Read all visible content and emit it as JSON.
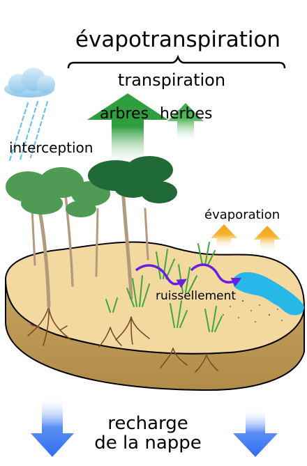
{
  "labels": {
    "evapotranspiration": "évapotranspiration",
    "transpiration": "transpiration",
    "arbres": "arbres",
    "herbes": "herbes",
    "interception": "interception",
    "evaporation": "évaporation",
    "ruissellement": "ruissellement",
    "recharge_line1": "recharge",
    "recharge_line2": "de la nappe"
  },
  "colors": {
    "ground_top": "#f3d9a0",
    "ground_side": "#bd9a57",
    "transpiration_arrow": "#2e9e3e",
    "evaporation_arrow": "#f6b02c",
    "recharge_arrow": "#2f6df0",
    "runoff_arrow": "#6a1ee0",
    "water": "#27b7e8",
    "rain": "#6fc3ea",
    "cloud": "#8fc6ea",
    "canopy_light": "#4f9a55",
    "canopy_dark": "#1f6a36",
    "trunk": "#b29a7c",
    "roots": "#7a4a28",
    "grass": "#3aa83a"
  }
}
